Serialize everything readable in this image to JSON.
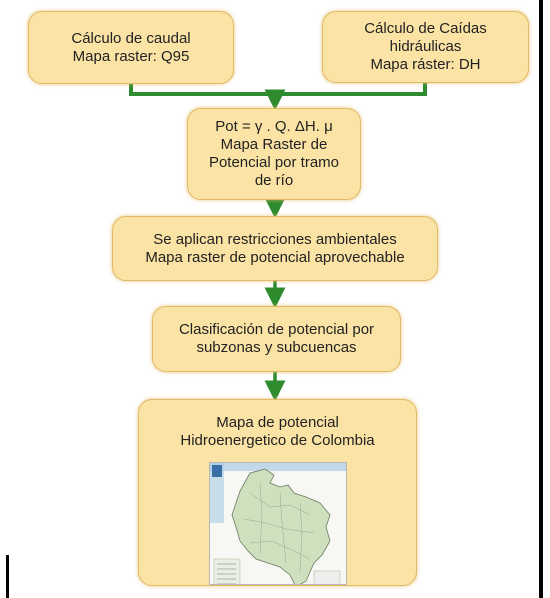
{
  "boxes": {
    "caudal": {
      "line1": "Cálculo de caudal",
      "line2": "Mapa raster: Q95"
    },
    "caidas": {
      "line1": "Cálculo de Caídas",
      "line2": "hidráulicas",
      "line3": "Mapa ráster: DH"
    },
    "potencial": {
      "line1": "Pot = γ . Q.  ΔH. μ",
      "line2": "Mapa Raster de",
      "line3": "Potencial por tramo",
      "line4": "de río"
    },
    "restricciones": {
      "line1": "Se aplican restricciones ambientales",
      "line2": "Mapa raster de potencial aprovechable"
    },
    "clasificacion": {
      "line1": "Clasificación de potencial por",
      "line2": "subzonas y subcuencas"
    },
    "mapa": {
      "line1": "Mapa de potencial",
      "line2": "Hidroenergetico de Colombia"
    }
  },
  "colors": {
    "box_fill": "#fbe3a6",
    "box_border": "#e2b964",
    "connector": "#2e8b2e",
    "map_country": "#cfe0bf",
    "map_water": "#a9cbe3"
  }
}
